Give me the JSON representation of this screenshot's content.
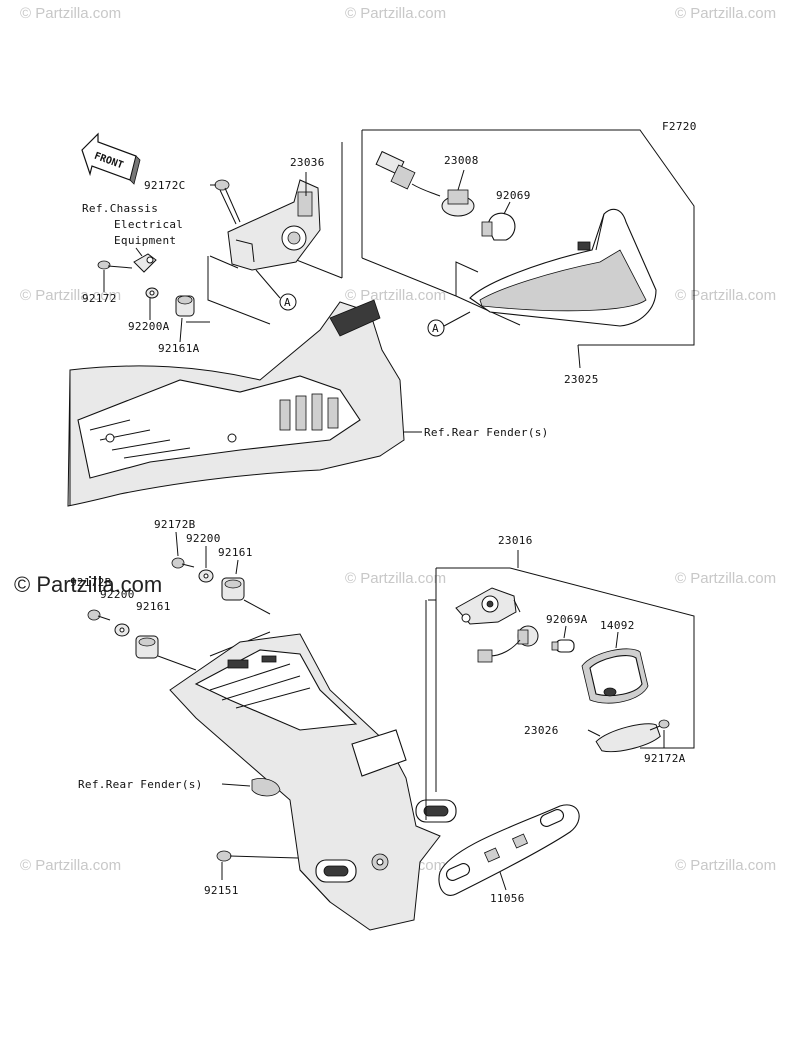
{
  "figure_code": "F2720",
  "front_label": "FRONT",
  "callout_a": "A",
  "brand": {
    "watermark": "© Partzilla.com",
    "logo": "© Partzilla.com"
  },
  "labels": {
    "p23036": "23036",
    "p23008": "23008",
    "p92069": "92069",
    "p92172C": "92172C",
    "ref_chassis_1": "Ref.Chassis",
    "ref_chassis_2": "Electrical",
    "ref_chassis_3": "Equipment",
    "p92172": "92172",
    "p92200A": "92200A",
    "p92161A": "92161A",
    "p23025": "23025",
    "ref_rear_fender_top": "Ref.Rear Fender(s)",
    "p92172B_a": "92172B",
    "p92200_a": "92200",
    "p92161_a": "92161",
    "p92172B_b": "92172B",
    "p92200_b": "92200",
    "p92161_b": "92161",
    "p23016": "23016",
    "p92069A": "92069A",
    "p14092": "14092",
    "p23026": "23026",
    "p92172A": "92172A",
    "ref_rear_fender_bottom": "Ref.Rear Fender(s)",
    "p92151": "92151",
    "p11056": "11056"
  }
}
